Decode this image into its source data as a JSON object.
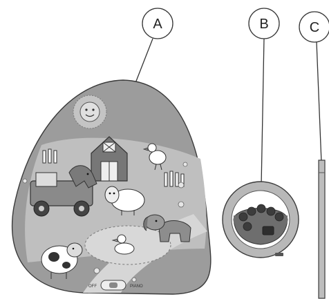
{
  "callouts": [
    {
      "id": "A",
      "label": "A"
    },
    {
      "id": "B",
      "label": "B"
    },
    {
      "id": "C",
      "label": "C"
    }
  ],
  "mat": {
    "switch_left": "OFF",
    "switch_right": "PIANO"
  },
  "colors": {
    "outline": "#3a3a3a",
    "mat_fill": "#9a9a9a",
    "mat_light": "#c9c9c9",
    "mat_dark": "#7d7d7d",
    "white": "#ffffff"
  }
}
